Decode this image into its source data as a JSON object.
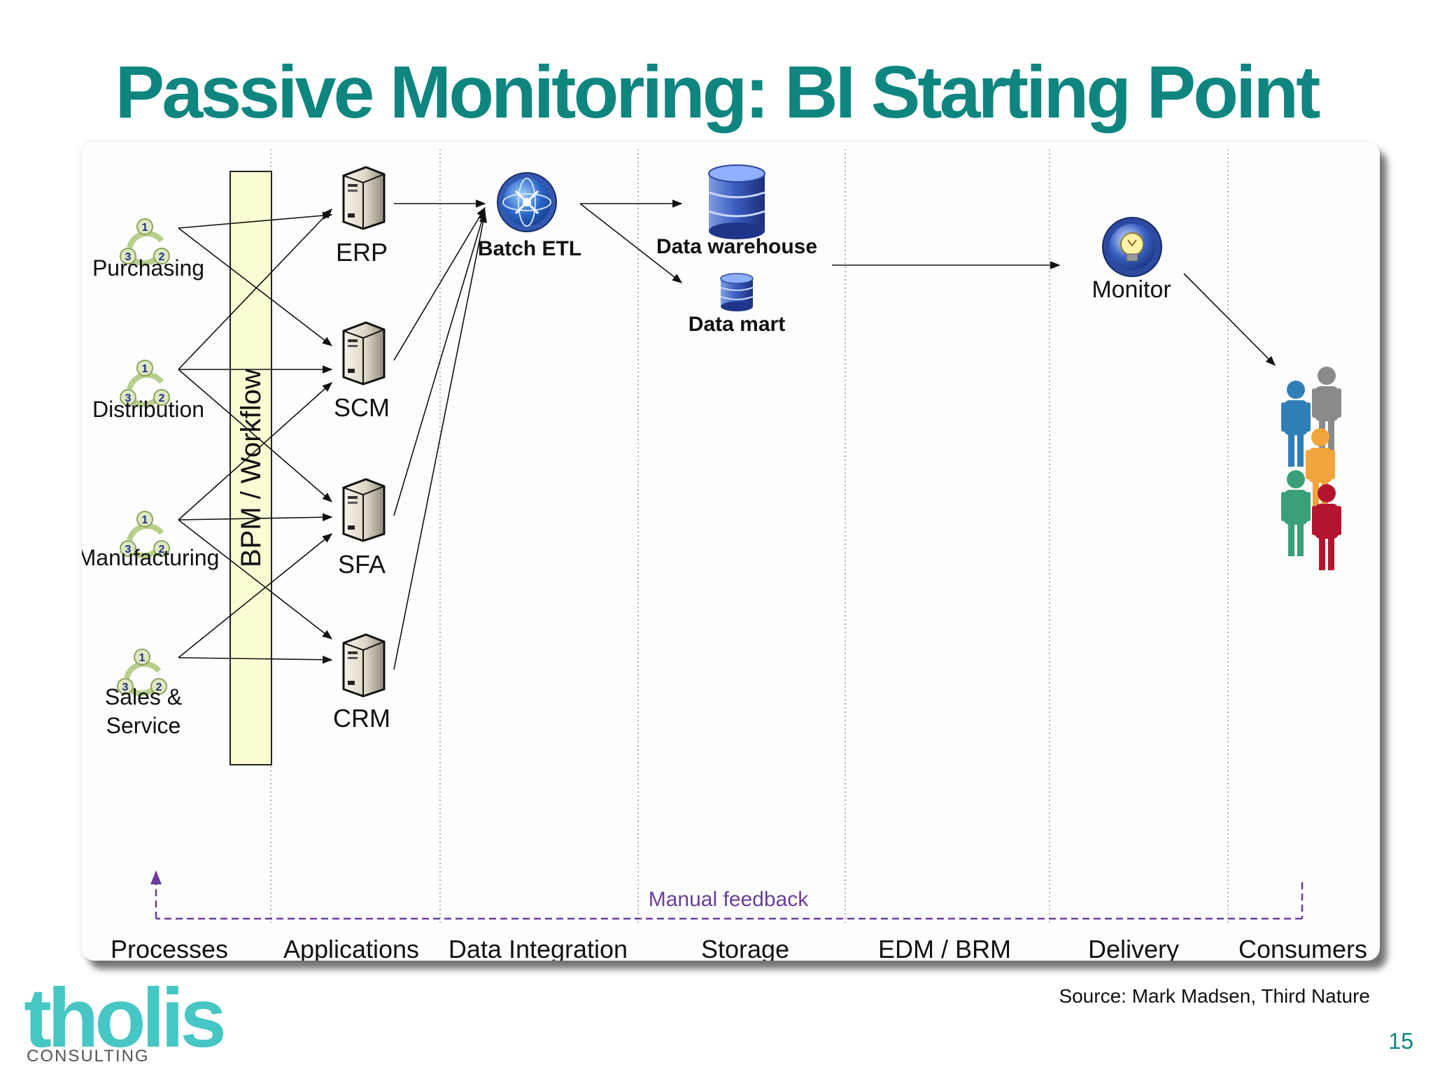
{
  "slide": {
    "title": "Passive Monitoring: BI Starting Point",
    "source": "Source: Mark Madsen, Third Nature",
    "page_number": "15"
  },
  "logo": {
    "word": "tholis",
    "sub": "CONSULTING"
  },
  "diagram": {
    "processes": [
      "Purchasing",
      "Distribution",
      "Manufacturing",
      "Sales &",
      "Service"
    ],
    "bpm_label": "BPM / Workflow",
    "applications": [
      "ERP",
      "SCM",
      "SFA",
      "CRM"
    ],
    "integration": "Batch ETL",
    "storage": [
      "Data warehouse",
      "Data mart"
    ],
    "delivery": "Monitor",
    "feedback": "Manual feedback",
    "lanes": [
      "Processes",
      "Applications",
      "Data Integration",
      "Storage",
      "EDM / BRM",
      "Delivery",
      "Consumers"
    ],
    "process_step_numbers": [
      "1",
      "2",
      "3"
    ]
  },
  "colors": {
    "title": "#0f8580",
    "bpm_bar": "#fbfbd4",
    "feedback": "#6a3d9a",
    "logo": "#46c6c4",
    "consumer_blue": "#2f7fb6",
    "consumer_gray": "#8a8a8a",
    "consumer_orange": "#f2a43a",
    "consumer_green": "#3aa07a",
    "consumer_red": "#b3152f"
  },
  "icons": {
    "process": "cycle-icon",
    "application": "server-icon",
    "etl": "etl-globe-icon",
    "storage": "database-icon",
    "monitor": "lightbulb-icon",
    "consumers": "people-group-icon"
  }
}
